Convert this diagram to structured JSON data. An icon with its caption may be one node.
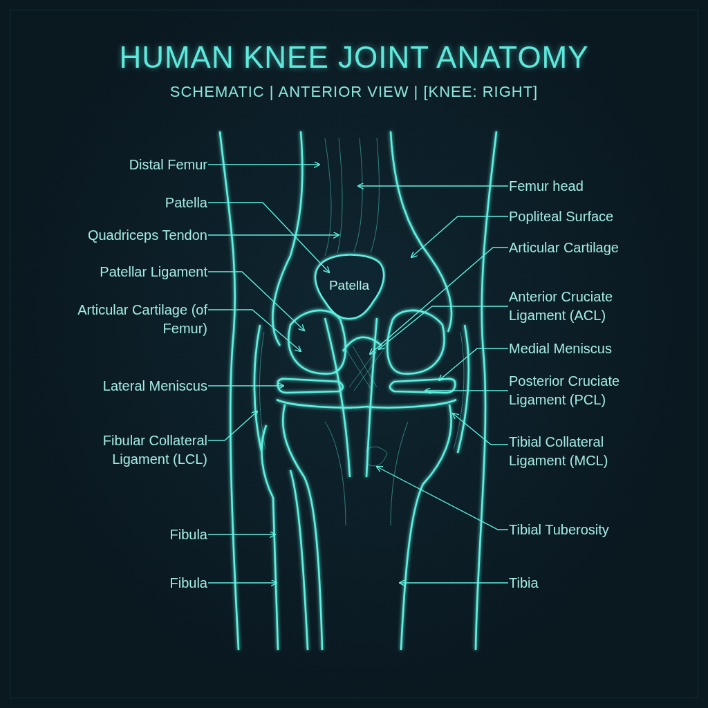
{
  "diagram": {
    "title": "HUMAN KNEE JOINT ANATOMY",
    "nodes": [
      {
        "text": [
          "Distal Femur"
        ]
      },
      {
        "text": [
          "Patella"
        ]
      },
      {
        "text": [
          "Quadriceps Tendon"
        ]
      },
      {
        "text": [
          "Patellar Ligament"
        ]
      },
      {
        "text": [
          "Articular Cartilage (of Femur)"
        ]
      },
      {
        "text": [
          "Lateral Meniscus"
        ]
      },
      {
        "text": [
          "Fibular Collateral Ligament (LCL)"
        ]
      },
      {
        "text": [
          "Fibula"
        ]
      },
      {
        "text": [
          "Fibula"
        ]
      },
      {
        "text": [
          "Femur head"
        ]
      },
      {
        "text": [
          "Popliteal Surface"
        ]
      },
      {
        "text": [
          "Articular Cartilage"
        ]
      },
      {
        "text": [
          "Anterior Cruciate Ligament (ACL)"
        ]
      },
      {
        "text": [
          "Medial Meniscus"
        ]
      },
      {
        "text": [
          "Posterior Cruciate Ligament (PCL)"
        ]
      },
      {
        "text": [
          "Tibial Collateral Ligament (MCL)"
        ]
      },
      {
        "text": [
          "Tibial Tuberosity"
        ]
      },
      {
        "text": [
          "Tibia"
        ]
      },
      {
        "text": [
          "Patella"
        ]
      }
    ],
    "edges": [
      {
        "from": 0,
        "to": null,
        "arrow": "to"
      },
      {
        "from": 1,
        "to": 18,
        "arrow": "to"
      },
      {
        "from": 2,
        "to": null,
        "arrow": "to"
      },
      {
        "from": 3,
        "to": null,
        "arrow": "to"
      },
      {
        "from": 4,
        "to": null,
        "arrow": "to"
      },
      {
        "from": 5,
        "to": null,
        "arrow": "to"
      },
      {
        "from": 6,
        "to": null,
        "arrow": "to"
      },
      {
        "from": 7,
        "to": null,
        "arrow": "to"
      },
      {
        "from": 8,
        "to": null,
        "arrow": "to"
      },
      {
        "from": 9,
        "to": null,
        "arrow": "to"
      },
      {
        "from": 10,
        "to": null,
        "arrow": "to"
      },
      {
        "from": 11,
        "to": null,
        "arrow": "to"
      },
      {
        "from": 12,
        "to": null,
        "arrow": "to"
      },
      {
        "from": 13,
        "to": null,
        "arrow": "to"
      },
      {
        "from": 14,
        "to": null,
        "arrow": "to"
      },
      {
        "from": 15,
        "to": null,
        "arrow": "to"
      },
      {
        "from": 16,
        "to": null,
        "arrow": "to"
      },
      {
        "from": 17,
        "to": null,
        "arrow": "to"
      }
    ],
    "labels": [
      "SCHEMATIC | ANTERIOR VIEW | [KNEE: RIGHT]"
    ]
  }
}
